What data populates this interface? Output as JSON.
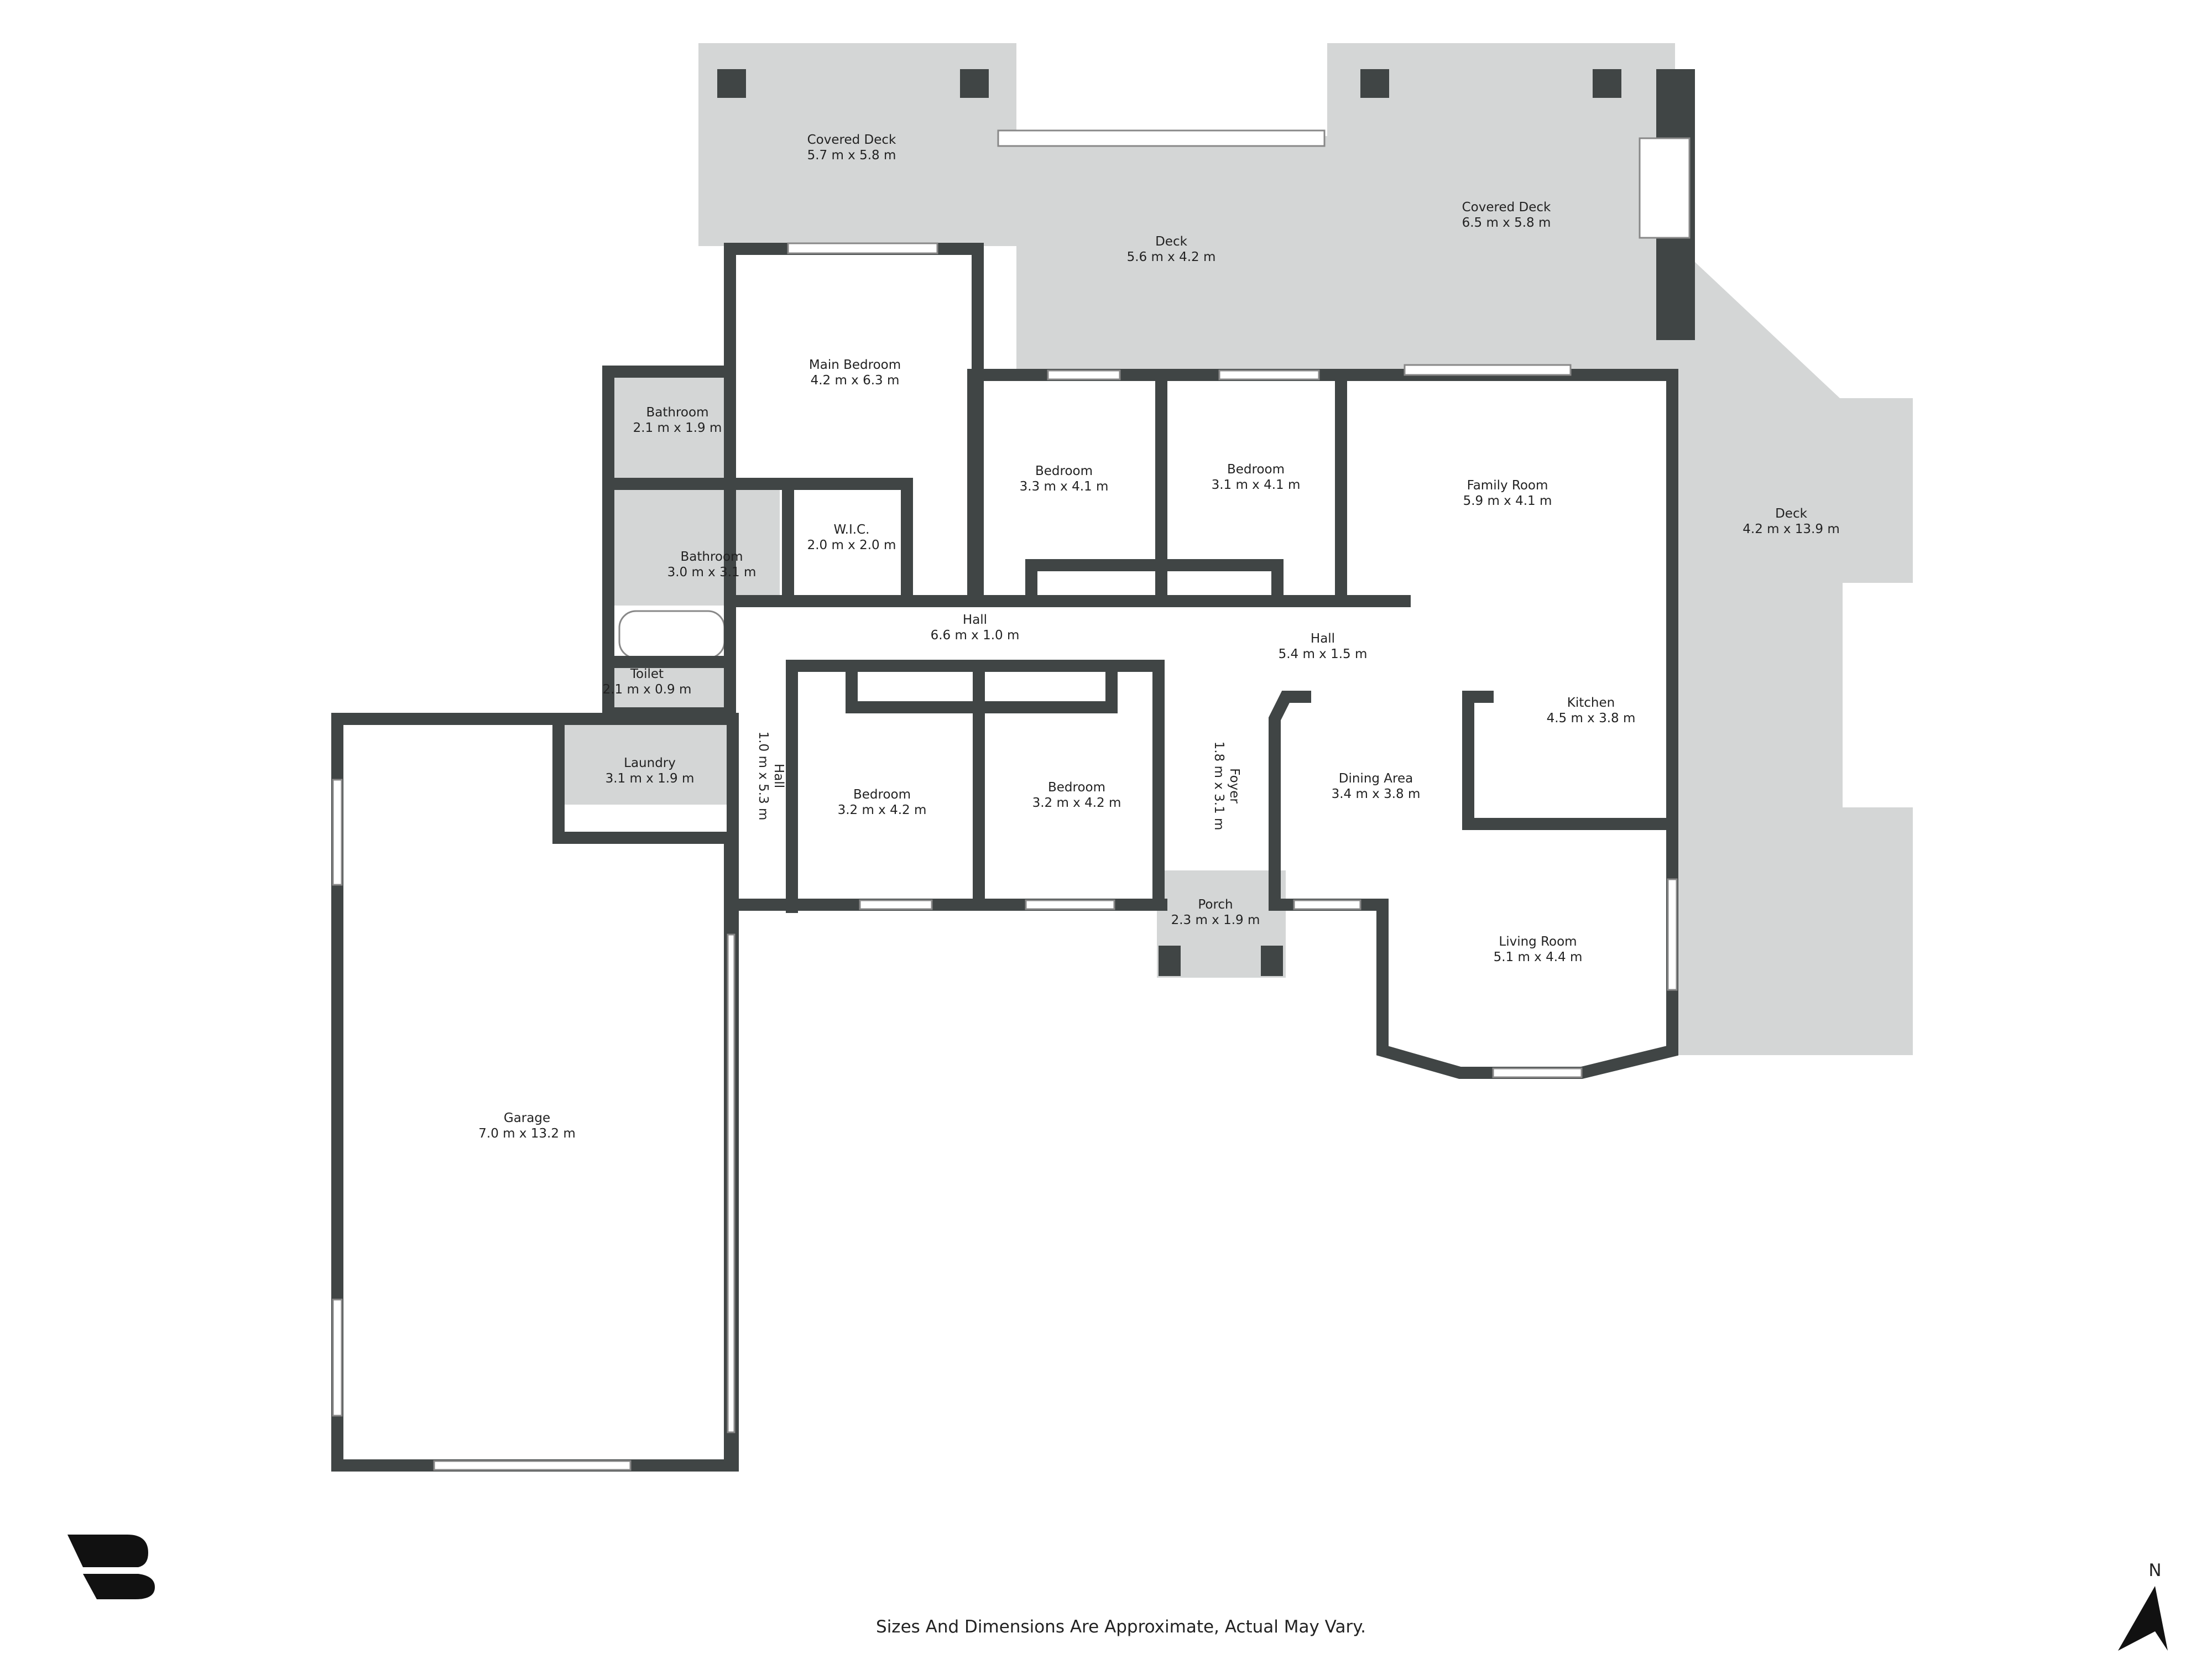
{
  "floorplan": {
    "rooms": [
      {
        "name": "Covered Deck",
        "size": "5.7 m x 5.8 m"
      },
      {
        "name": "Deck",
        "size": "5.6 m x 4.2 m"
      },
      {
        "name": "Covered Deck",
        "size": "6.5 m x 5.8 m"
      },
      {
        "name": "Main Bedroom",
        "size": "4.2 m x 6.3 m"
      },
      {
        "name": "Bathroom",
        "size": "2.1 m x 1.9 m"
      },
      {
        "name": "W.I.C.",
        "size": "2.0 m x 2.0 m"
      },
      {
        "name": "Bathroom",
        "size": "3.0 m x 3.1 m"
      },
      {
        "name": "Bedroom",
        "size": "3.3 m x 4.1 m"
      },
      {
        "name": "Bedroom",
        "size": "3.1 m x 4.1 m"
      },
      {
        "name": "Family Room",
        "size": "5.9 m x 4.1 m"
      },
      {
        "name": "Deck",
        "size": "4.2 m x 13.9 m"
      },
      {
        "name": "Hall",
        "size": "6.6 m x 1.0 m"
      },
      {
        "name": "Hall",
        "size": "5.4 m x 1.5 m"
      },
      {
        "name": "Toilet",
        "size": "2.1 m x 0.9 m"
      },
      {
        "name": "Kitchen",
        "size": "4.5 m x 3.8 m"
      },
      {
        "name": "Laundry",
        "size": "3.1 m x 1.9 m"
      },
      {
        "name": "Hall",
        "size": "1.0 m x 5.3 m"
      },
      {
        "name": "Foyer",
        "size": "1.8 m x 3.1 m"
      },
      {
        "name": "Dining Area",
        "size": "3.4 m x 3.8 m"
      },
      {
        "name": "Bedroom",
        "size": "3.2 m x 4.2 m"
      },
      {
        "name": "Bedroom",
        "size": "3.2 m x 4.2 m"
      },
      {
        "name": "Porch",
        "size": "2.3 m x 1.9 m"
      },
      {
        "name": "Living Room",
        "size": "5.1 m x 4.4 m"
      },
      {
        "name": "Garage",
        "size": "7.0 m x 13.2 m"
      }
    ],
    "disclaimer": "Sizes And Dimensions Are Approximate, Actual May Vary.",
    "north_label": "N",
    "colors": {
      "wall": "#404545",
      "deck": "#d4d6d6"
    }
  }
}
